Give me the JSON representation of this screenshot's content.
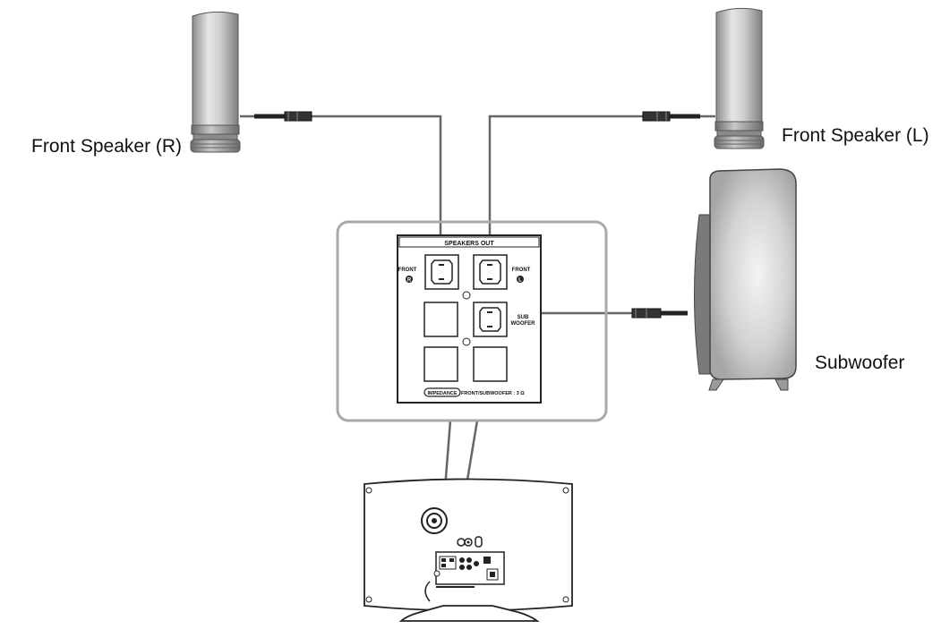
{
  "labels": {
    "front_right": "Front Speaker (R)",
    "front_left": "Front Speaker (L)",
    "subwoofer": "Subwoofer"
  },
  "panel": {
    "title": "SPEAKERS OUT",
    "front": "FRONT",
    "front_r_mark": "R",
    "front_l_mark": "L",
    "sub_line1": "SUB",
    "sub_line2": "WOOFER",
    "impedance_badge": "IMPEDANCE",
    "impedance_text": "FRONT/SUBWOOFER : 3 Ω"
  }
}
